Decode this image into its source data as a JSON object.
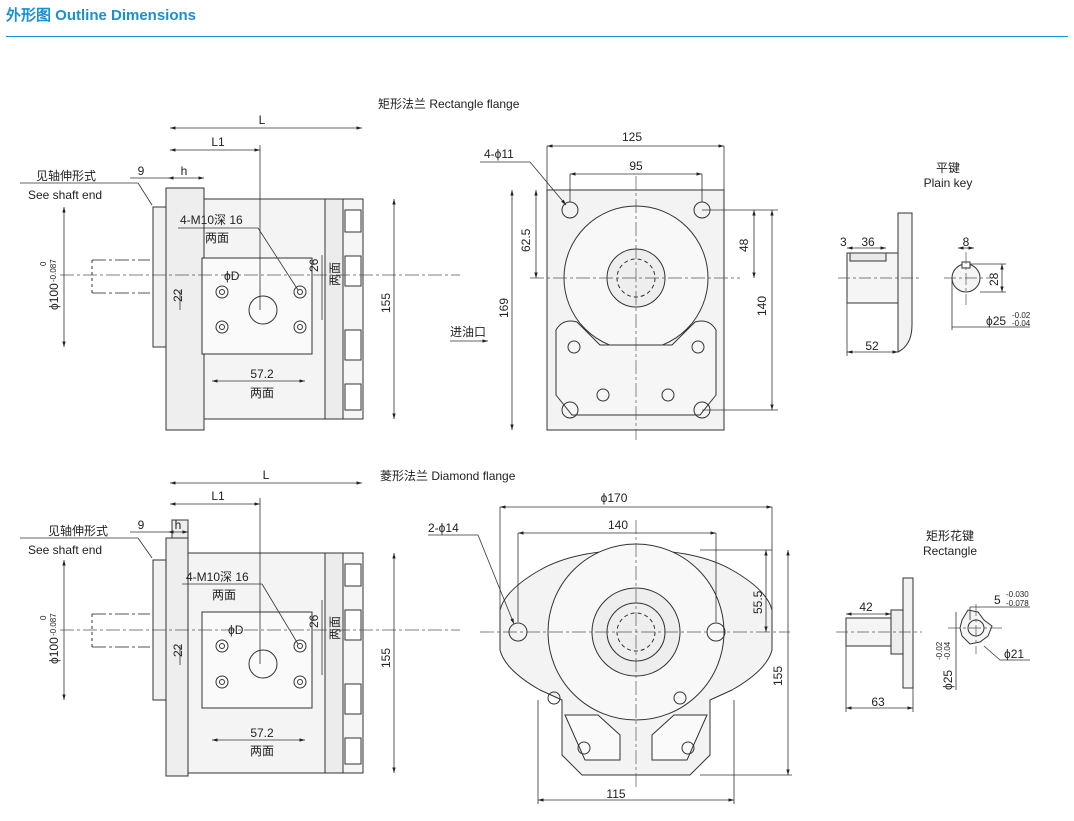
{
  "header": {
    "title": "外形图 Outline Dimensions",
    "accent_color": "#1a8fd1"
  },
  "common": {
    "shaft_note_cn": "见轴伸形式",
    "shaft_note_en": "See shaft end",
    "port_note": "4-M10深 16",
    "both_sides": "两面",
    "dim_L": "L",
    "dim_L1": "L1",
    "dim_h": "h",
    "dim_9": "9",
    "dim_D": "ϕD",
    "dim_26": "26",
    "dim_22": "22",
    "dim_57_2": "57.2",
    "dim_155": "155",
    "dim_d100": "ϕ100",
    "tol_d100_upper": "0",
    "tol_d100_lower": "-0.087"
  },
  "rect": {
    "title": "矩形法兰 Rectangle flange",
    "holes": "4-ϕ11",
    "d125": "125",
    "d95": "95",
    "d62_5": "62.5",
    "d48": "48",
    "d169": "169",
    "d140": "140",
    "inlet": "进油口"
  },
  "key": {
    "title_cn": "平键",
    "title_en": "Plain  key",
    "d3": "3",
    "d36": "36",
    "d52": "52",
    "d8": "8",
    "d28": "28",
    "d25": "ϕ25",
    "tol_upper": "-0.02",
    "tol_lower": "-0.04"
  },
  "diamond": {
    "title": "菱形法兰 Diamond flange",
    "holes": "2-ϕ14",
    "d170": "ϕ170",
    "d140": "140",
    "d55_5": "55.5",
    "d155": "155",
    "d115": "115"
  },
  "spline": {
    "title_cn": "矩形花键",
    "title_en": "Rectangle",
    "d42": "42",
    "d63": "63",
    "d5": "5",
    "d5_upper": "-0.030",
    "d5_lower": "-0.078",
    "d21": "ϕ21",
    "d25": "ϕ25",
    "d25_upper": "-0.02",
    "d25_lower": "-0.04"
  }
}
